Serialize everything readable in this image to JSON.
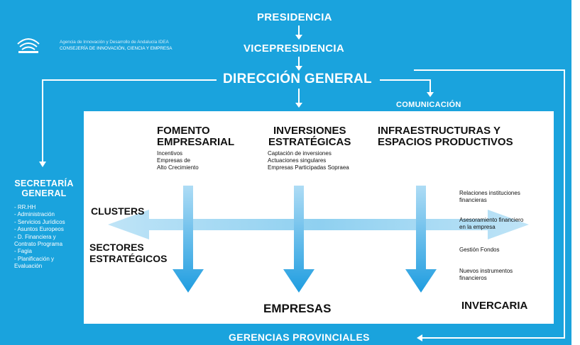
{
  "logo": {
    "line1": "Agencia de Innovación y Desarrollo de Andalucía IDEA",
    "line2": "CONSEJERÍA DE INNOVACIÓN, CIENCIA Y EMPRESA"
  },
  "top": {
    "presidencia": "PRESIDENCIA",
    "vicepresidencia": "VICEPRESIDENCIA",
    "direccion": "DIRECCIÓN GENERAL",
    "comunicacion": "COMUNICACIÓN"
  },
  "secretaria": {
    "title": "SECRETARÍA\nGENERAL",
    "items": "- RR.HH\n- Administración\n- Servicios Jurídicos\n- Asuntos Europeos\n- D. Financiera y\nContrato Programa\n- Fagia\n- Planificación y\nEvaluación"
  },
  "columns": {
    "fomento": {
      "title": "FOMENTO\nEMPRESARIAL",
      "items": "Incentivos\nEmpresas de\nAlto Crecimiento"
    },
    "inversiones": {
      "title": "INVERSIONES\nESTRATÉGICAS",
      "items": "Captación de inversiones\nActuaciones singulares\nEmpresas Participadas Sopraea"
    },
    "infraestructuras": {
      "title": "INFRAESTRUCTURAS Y\nESPACIOS PRODUCTIVOS"
    }
  },
  "labels": {
    "clusters": "CLUSTERS",
    "sectores": "SECTORES\nESTRATÉGICOS",
    "empresas": "EMPRESAS",
    "invercaria": "INVERCARIA"
  },
  "finance": {
    "relaciones": "Relaciones instituciones\nfinancieras",
    "asesoramiento": "Asesoramiento financiero\nen la empresa",
    "gestion": "Gestión Fondos",
    "nuevos": "Nuevos instrumentos\nfinancieros"
  },
  "bottom": {
    "gerencias": "GERENCIAS PROVINCIALES"
  }
}
